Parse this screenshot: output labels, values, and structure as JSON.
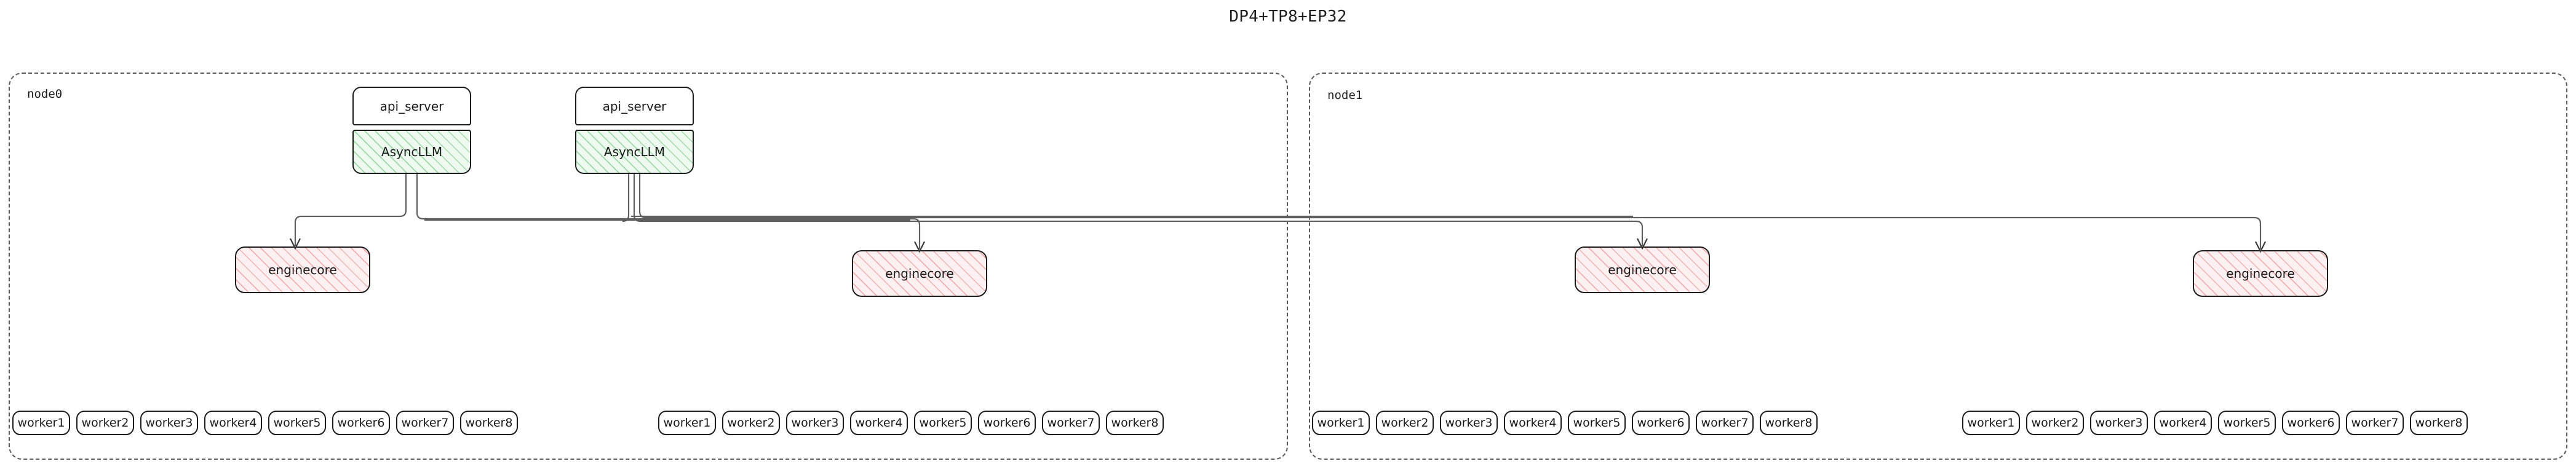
{
  "title": "DP4+TP8+EP32",
  "colors": {
    "asyncllm_hatch": "#5abe6e",
    "asyncllm_fill": "#eefaf0",
    "enginecore_hatch": "#e98c91",
    "enginecore_fill": "#fdf0f1",
    "box_border": "#1c1c1c",
    "cluster_border": "#5a5a5a",
    "edge": "#5f5f5f",
    "text": "#1a1a1a"
  },
  "diagram": {
    "type": "deployment-topology",
    "node_count": 2,
    "api_servers_per_node": 2,
    "enginecores_per_node": 2,
    "workers_per_group": 8,
    "worker_groups_per_node": 2
  },
  "clusters": [
    {
      "id": "node0",
      "label": "node0",
      "api_stacks": [
        {
          "api_server": "api_server",
          "async_llm": "AsyncLLM"
        },
        {
          "api_server": "api_server",
          "async_llm": "AsyncLLM"
        }
      ],
      "enginecores": [
        {
          "label": "enginecore"
        },
        {
          "label": "enginecore"
        }
      ],
      "worker_groups": [
        {
          "workers": [
            "worker1",
            "worker2",
            "worker3",
            "worker4",
            "worker5",
            "worker6",
            "worker7",
            "worker8"
          ]
        },
        {
          "workers": [
            "worker1",
            "worker2",
            "worker3",
            "worker4",
            "worker5",
            "worker6",
            "worker7",
            "worker8"
          ]
        }
      ]
    },
    {
      "id": "node1",
      "label": "node1",
      "api_stacks": [],
      "enginecores": [
        {
          "label": "enginecore"
        },
        {
          "label": "enginecore"
        }
      ],
      "worker_groups": [
        {
          "workers": [
            "worker1",
            "worker2",
            "worker3",
            "worker4",
            "worker5",
            "worker6",
            "worker7",
            "worker8"
          ]
        },
        {
          "workers": [
            "worker1",
            "worker2",
            "worker3",
            "worker4",
            "worker5",
            "worker6",
            "worker7",
            "worker8"
          ]
        }
      ]
    }
  ]
}
